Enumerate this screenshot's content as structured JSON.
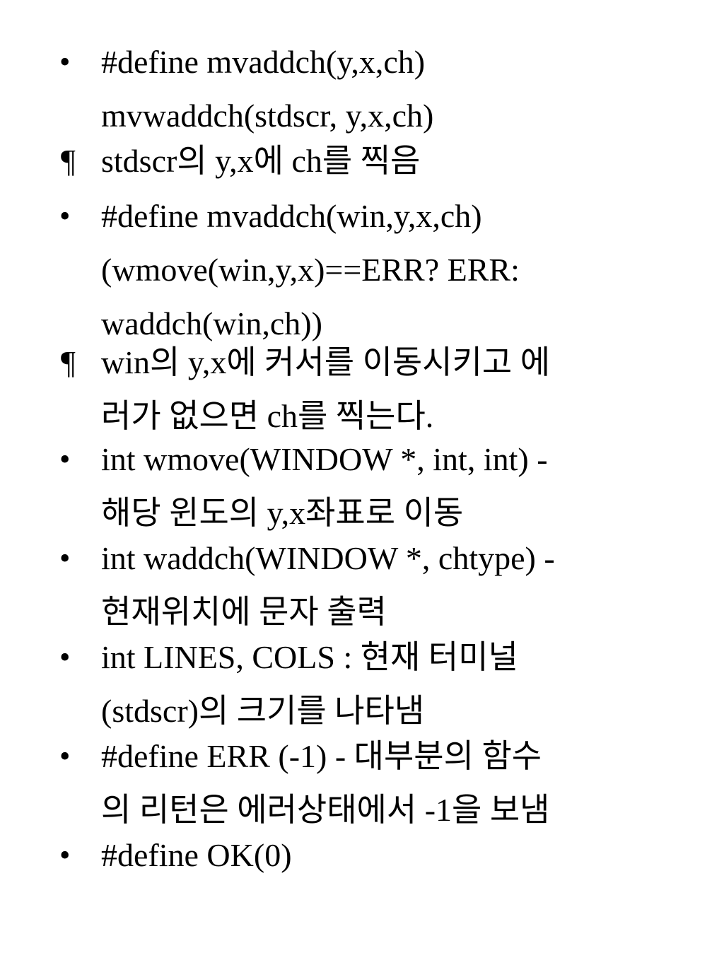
{
  "items": [
    {
      "marker": "•",
      "text": "#define mvaddch(y,x,ch)\nmvwaddch(stdscr, y,x,ch)"
    },
    {
      "marker": "¶",
      "text": "stdscr의 y,x에 ch를 찍음"
    },
    {
      "marker": "•",
      "text": "#define mvaddch(win,y,x,ch)\n(wmove(win,y,x)==ERR? ERR:\nwaddch(win,ch))"
    },
    {
      "marker": "¶",
      "text": "win의 y,x에 커서를 이동시키고 에\n러가 없으면 ch를 찍는다."
    },
    {
      "marker": "•",
      "text": "int wmove(WINDOW *, int, int) -\n해당 윈도의 y,x좌표로 이동"
    },
    {
      "marker": "•",
      "text": "int waddch(WINDOW *, chtype) -\n현재위치에 문자 출력"
    },
    {
      "marker": "•",
      "text": "int LINES, COLS : 현재 터미널\n(stdscr)의 크기를 나타냄"
    },
    {
      "marker": "•",
      "text": "#define ERR (-1)  -  대부분의 함수\n의 리턴은 에러상태에서 -1을 보냄"
    },
    {
      "marker": "•",
      "text": "#define OK(0)"
    }
  ]
}
